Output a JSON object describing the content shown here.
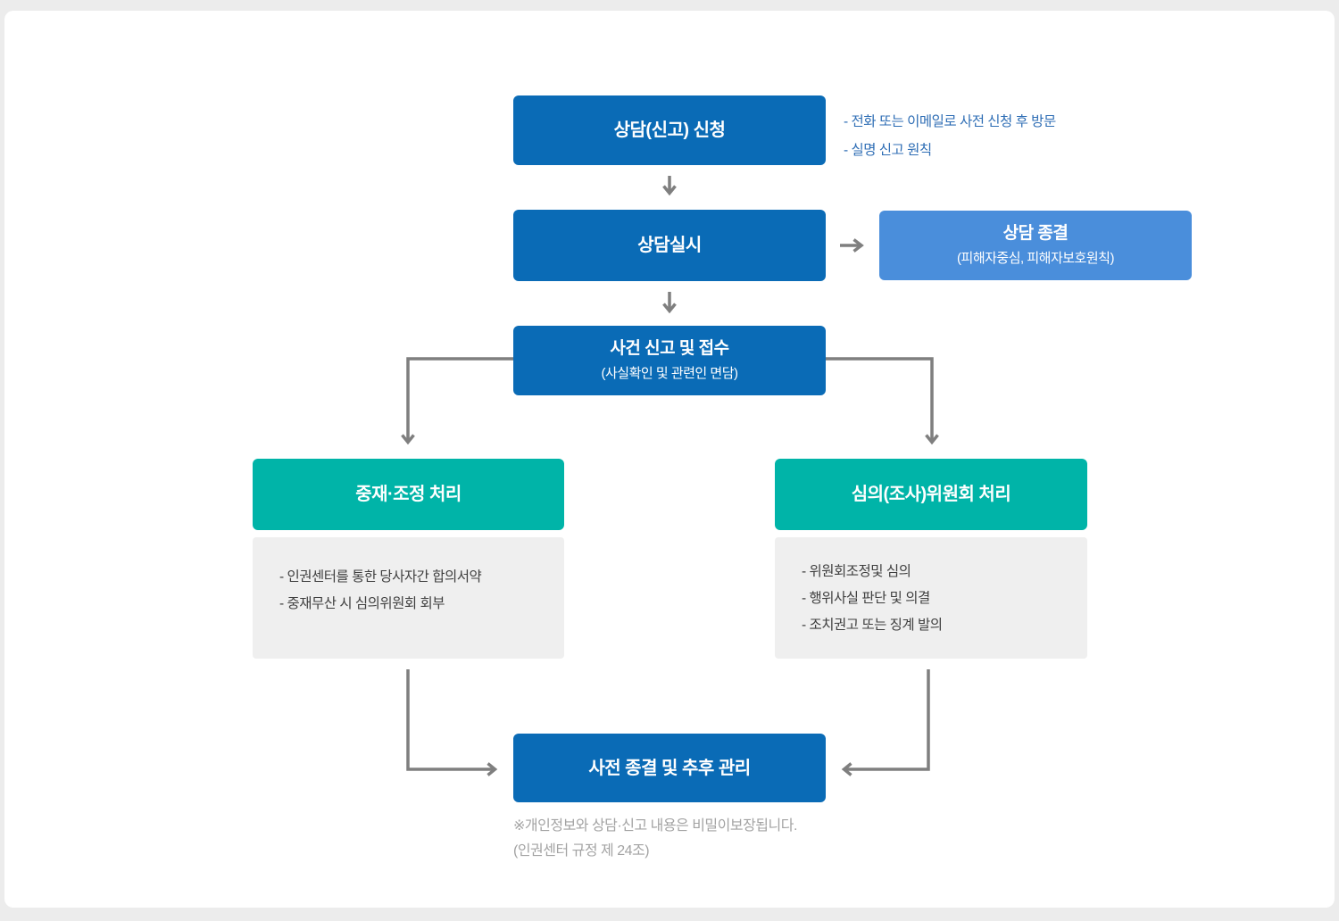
{
  "diagram": {
    "nodes": {
      "apply": {
        "label": "상담(신고) 신청"
      },
      "apply_notes": {
        "0": "- 전화 또는 이메일로 사전 신청 후 방문",
        "1": "- 실명 신고 원칙"
      },
      "consult": {
        "label": "상담실시"
      },
      "consult_end": {
        "label": "상담 종결",
        "sublabel": "(피해자중심, 피해자보호원칙)"
      },
      "receipt": {
        "label": "사건 신고 및 접수",
        "sublabel": "(사실확인 및 관련인 면담)"
      },
      "mediation": {
        "label": "중재·조정 처리",
        "details": {
          "0": "- 인권센터를 통한 당사자간 합의서약",
          "1": "- 중재무산 시 심의위원회 회부"
        }
      },
      "committee": {
        "label": "심의(조사)위원회 처리",
        "details": {
          "0": "- 위원회조정및 심의",
          "1": "- 행위사실 판단 및 의결",
          "2": "- 조치권고 또는 징계 발의"
        }
      },
      "final": {
        "label": "사전 종결 및 추후 관리"
      }
    },
    "footnotes": {
      "0": "※개인정보와 상담·신고 내용은 비밀이보장됩니다.",
      "1": "(인권센터 규정 제 24조)"
    },
    "colors": {
      "primary_blue": "#0a6bb6",
      "light_blue": "#4a8edb",
      "teal": "#00b4a8",
      "panel_gray": "#efefef",
      "connector_gray": "#7f7f7f",
      "note_blue": "#2f6eb5",
      "footnote_gray": "#a3a3a3"
    }
  }
}
